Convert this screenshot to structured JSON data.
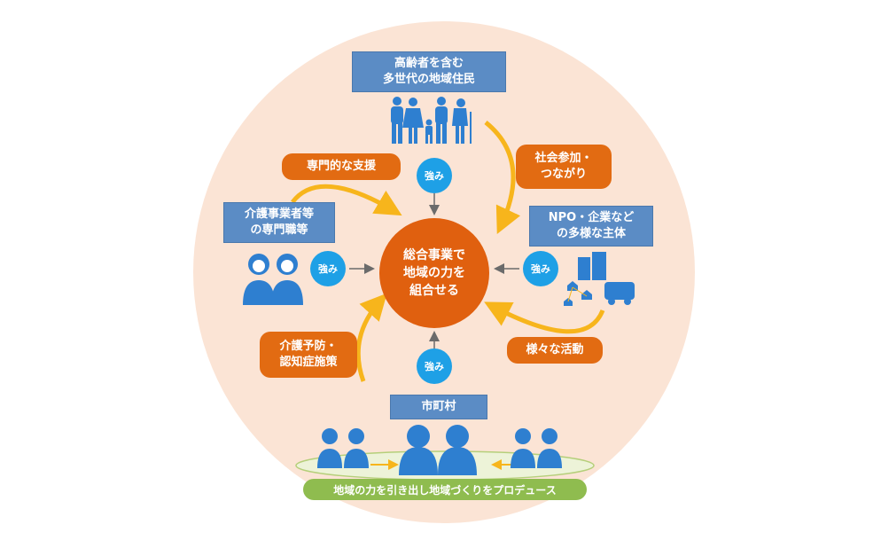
{
  "residents_box": [
    "高齢者を含む",
    "多世代の地域住民"
  ],
  "care_box": [
    "介護事業者等",
    "の専門職等"
  ],
  "npo_box": [
    "NPO・企業など",
    "の多様な主体"
  ],
  "municipality_box": "市町村",
  "center": [
    "総合事業で",
    "地域の力を",
    "組合せる"
  ],
  "labels": {
    "specialist_support": "専門的な支援",
    "social_participation": [
      "社会参加・",
      "つながり"
    ],
    "prevention": [
      "介護予防・",
      "認知症施策"
    ],
    "activities": "様々な活動"
  },
  "strength": "強み",
  "bottom_banner": "地域の力を引き出し地域づくりをプロデュース",
  "colors": {
    "background_circle": "#fbe4d5",
    "blue_box": "#5b8cc5",
    "orange": "#e26b12",
    "strength_badge": "#1ea0e6",
    "arrow_curve": "#f7b51c",
    "green_banner": "#8fbc4f",
    "icon_blue": "#2e7fd0"
  }
}
